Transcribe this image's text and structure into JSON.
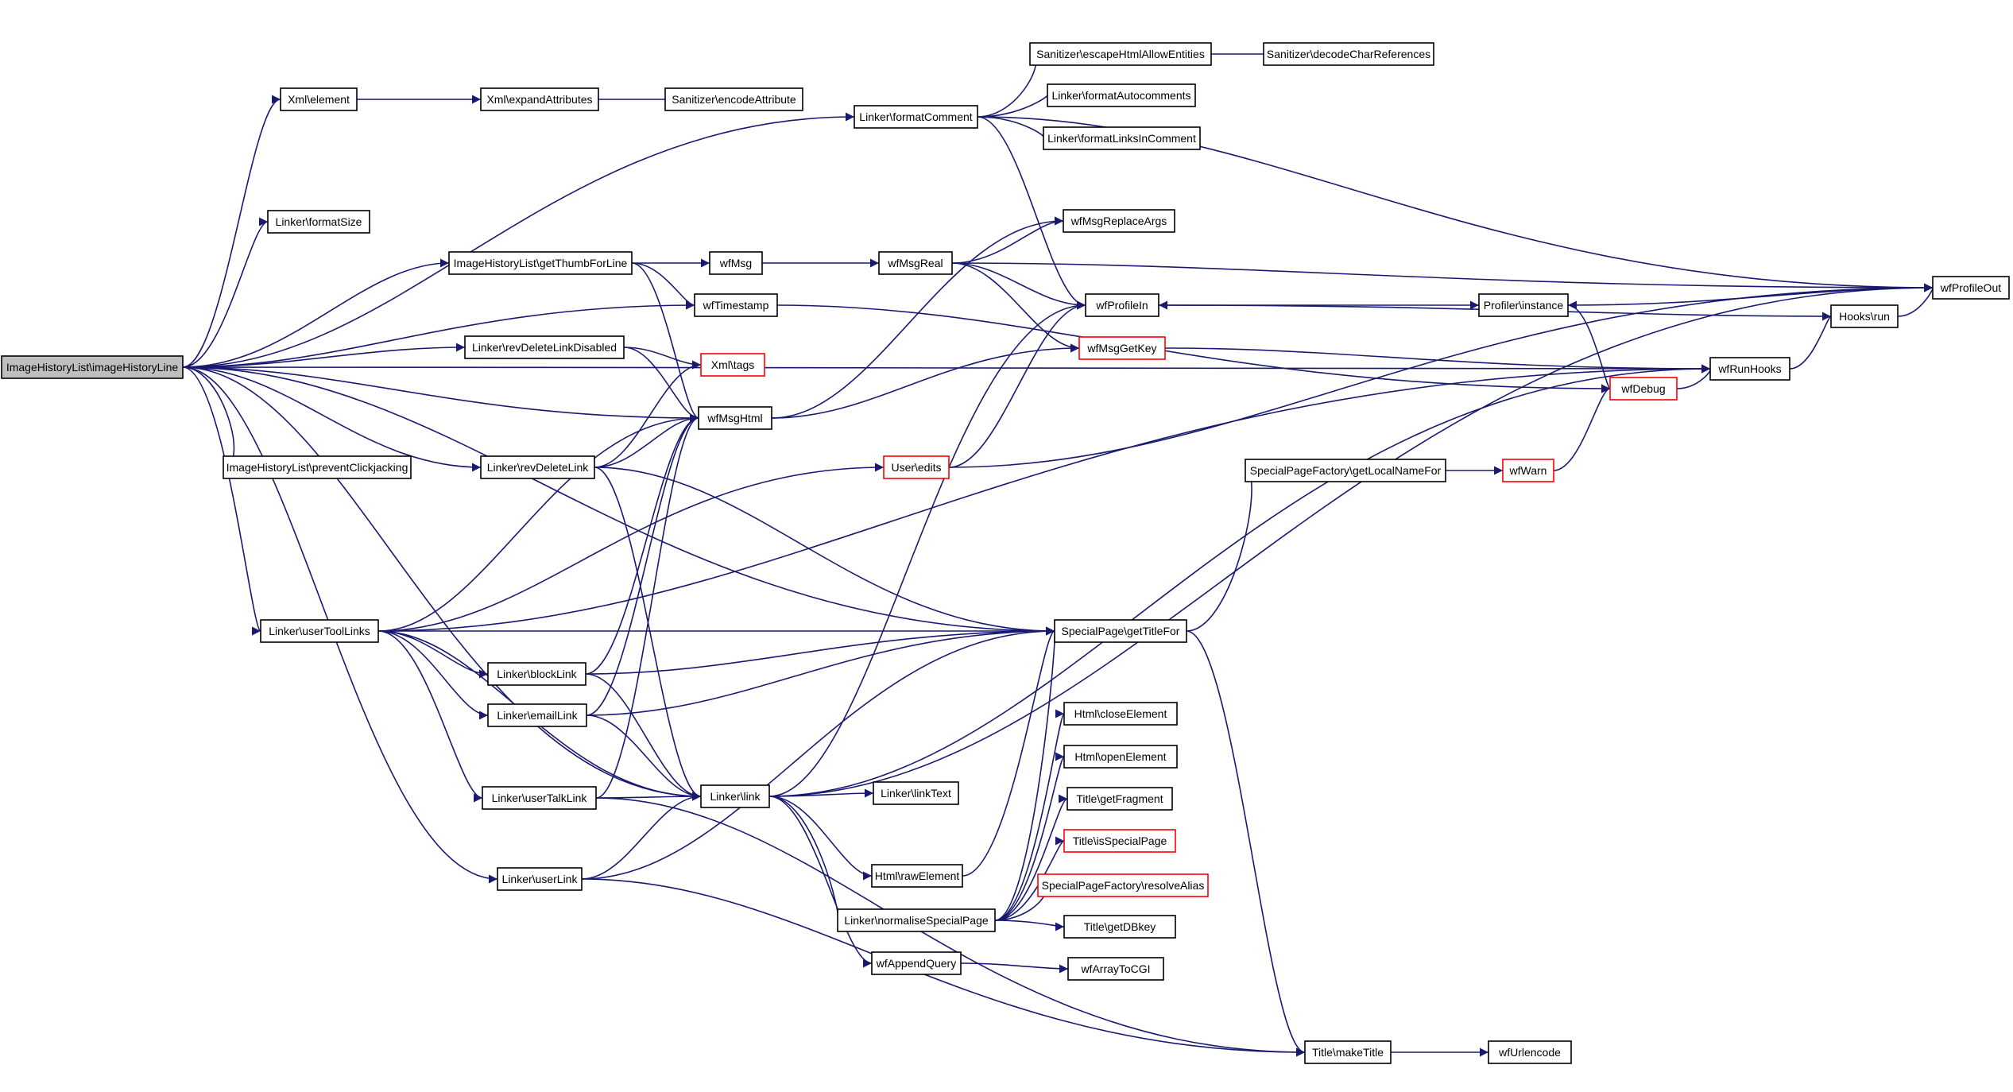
{
  "colors": {
    "edge": "#191970",
    "node_border": "#000000",
    "truncated_border": "#ff0000",
    "node_fill": "#ffffff",
    "root_fill": "#bfbfbf"
  },
  "nodes": [
    {
      "id": "root",
      "label": "ImageHistoryList\\imageHistoryLine",
      "kind": "root"
    },
    {
      "id": "xml_element",
      "label": "Xml\\element",
      "kind": "normal"
    },
    {
      "id": "xml_expand",
      "label": "Xml\\expandAttributes",
      "kind": "normal"
    },
    {
      "id": "san_encode",
      "label": "Sanitizer\\encodeAttribute",
      "kind": "normal"
    },
    {
      "id": "linker_formatComment",
      "label": "Linker\\formatComment",
      "kind": "normal"
    },
    {
      "id": "san_escape",
      "label": "Sanitizer\\escapeHtmlAllowEntities",
      "kind": "normal"
    },
    {
      "id": "san_decode",
      "label": "Sanitizer\\decodeCharReferences",
      "kind": "normal"
    },
    {
      "id": "linker_autocomments",
      "label": "Linker\\formatAutocomments",
      "kind": "normal"
    },
    {
      "id": "linker_linksInComment",
      "label": "Linker\\formatLinksInComment",
      "kind": "normal"
    },
    {
      "id": "linker_formatSize",
      "label": "Linker\\formatSize",
      "kind": "normal"
    },
    {
      "id": "getThumb",
      "label": "ImageHistoryList\\getThumbForLine",
      "kind": "normal"
    },
    {
      "id": "wfMsg",
      "label": "wfMsg",
      "kind": "normal"
    },
    {
      "id": "wfMsgReal",
      "label": "wfMsgReal",
      "kind": "normal"
    },
    {
      "id": "wfMsgReplaceArgs",
      "label": "wfMsgReplaceArgs",
      "kind": "normal"
    },
    {
      "id": "wfTimestamp",
      "label": "wfTimestamp",
      "kind": "normal"
    },
    {
      "id": "wfProfileIn",
      "label": "wfProfileIn",
      "kind": "normal"
    },
    {
      "id": "profiler_instance",
      "label": "Profiler\\instance",
      "kind": "normal"
    },
    {
      "id": "hooks_run",
      "label": "Hooks\\run",
      "kind": "normal"
    },
    {
      "id": "wfProfileOut",
      "label": "wfProfileOut",
      "kind": "normal"
    },
    {
      "id": "revDelDisabled",
      "label": "Linker\\revDeleteLinkDisabled",
      "kind": "normal"
    },
    {
      "id": "xml_tags",
      "label": "Xml\\tags",
      "kind": "truncated"
    },
    {
      "id": "wfMsgGetKey",
      "label": "wfMsgGetKey",
      "kind": "truncated"
    },
    {
      "id": "wfDebug",
      "label": "wfDebug",
      "kind": "truncated"
    },
    {
      "id": "wfRunHooks",
      "label": "wfRunHooks",
      "kind": "normal"
    },
    {
      "id": "wfMsgHtml",
      "label": "wfMsgHtml",
      "kind": "normal"
    },
    {
      "id": "preventClick",
      "label": "ImageHistoryList\\preventClickjacking",
      "kind": "normal"
    },
    {
      "id": "revDeleteLink",
      "label": "Linker\\revDeleteLink",
      "kind": "normal"
    },
    {
      "id": "user_edits",
      "label": "User\\edits",
      "kind": "truncated"
    },
    {
      "id": "spf_getLocalName",
      "label": "SpecialPageFactory\\getLocalNameFor",
      "kind": "normal"
    },
    {
      "id": "wfWarn",
      "label": "wfWarn",
      "kind": "truncated"
    },
    {
      "id": "userToolLinks",
      "label": "Linker\\userToolLinks",
      "kind": "normal"
    },
    {
      "id": "sp_getTitleFor",
      "label": "SpecialPage\\getTitleFor",
      "kind": "normal"
    },
    {
      "id": "blockLink",
      "label": "Linker\\blockLink",
      "kind": "normal"
    },
    {
      "id": "emailLink",
      "label": "Linker\\emailLink",
      "kind": "normal"
    },
    {
      "id": "html_close",
      "label": "Html\\closeElement",
      "kind": "normal"
    },
    {
      "id": "html_open",
      "label": "Html\\openElement",
      "kind": "normal"
    },
    {
      "id": "userTalkLink",
      "label": "Linker\\userTalkLink",
      "kind": "normal"
    },
    {
      "id": "linker_link",
      "label": "Linker\\link",
      "kind": "normal"
    },
    {
      "id": "linkText",
      "label": "Linker\\linkText",
      "kind": "normal"
    },
    {
      "id": "title_fragment",
      "label": "Title\\getFragment",
      "kind": "normal"
    },
    {
      "id": "title_isSpecial",
      "label": "Title\\isSpecialPage",
      "kind": "truncated"
    },
    {
      "id": "html_raw",
      "label": "Html\\rawElement",
      "kind": "normal"
    },
    {
      "id": "spf_resolve",
      "label": "SpecialPageFactory\\resolveAlias",
      "kind": "truncated"
    },
    {
      "id": "userLink",
      "label": "Linker\\userLink",
      "kind": "normal"
    },
    {
      "id": "normalizeSP",
      "label": "Linker\\normaliseSpecialPage",
      "kind": "normal"
    },
    {
      "id": "title_dbkey",
      "label": "Title\\getDBkey",
      "kind": "normal"
    },
    {
      "id": "wfAppendQuery",
      "label": "wfAppendQuery",
      "kind": "normal"
    },
    {
      "id": "wfArrayToCGI",
      "label": "wfArrayToCGI",
      "kind": "normal"
    },
    {
      "id": "title_make",
      "label": "Title\\makeTitle",
      "kind": "normal"
    },
    {
      "id": "wfUrlencode",
      "label": "wfUrlencode",
      "kind": "normal"
    }
  ],
  "edges": [
    [
      "root",
      "xml_element"
    ],
    [
      "root",
      "linker_formatComment"
    ],
    [
      "root",
      "linker_formatSize"
    ],
    [
      "root",
      "getThumb"
    ],
    [
      "root",
      "wfTimestamp"
    ],
    [
      "root",
      "revDelDisabled"
    ],
    [
      "root",
      "wfMsgHtml"
    ],
    [
      "root",
      "preventClick"
    ],
    [
      "root",
      "revDeleteLink"
    ],
    [
      "root",
      "userToolLinks"
    ],
    [
      "root",
      "userLink"
    ],
    [
      "root",
      "linker_link"
    ],
    [
      "root",
      "wfRunHooks"
    ],
    [
      "root",
      "sp_getTitleFor"
    ],
    [
      "xml_element",
      "xml_expand"
    ],
    [
      "xml_expand",
      "san_encode"
    ],
    [
      "linker_formatComment",
      "san_escape"
    ],
    [
      "linker_formatComment",
      "linker_autocomments"
    ],
    [
      "linker_formatComment",
      "linker_linksInComment"
    ],
    [
      "linker_formatComment",
      "wfProfileIn"
    ],
    [
      "linker_formatComment",
      "wfProfileOut"
    ],
    [
      "san_escape",
      "san_decode"
    ],
    [
      "getThumb",
      "wfMsg"
    ],
    [
      "getThumb",
      "wfTimestamp"
    ],
    [
      "getThumb",
      "wfMsgHtml"
    ],
    [
      "wfMsg",
      "wfMsgReal"
    ],
    [
      "wfMsgReal",
      "wfMsgReplaceArgs"
    ],
    [
      "wfMsgReal",
      "wfProfileIn"
    ],
    [
      "wfMsgReal",
      "wfProfileOut"
    ],
    [
      "wfMsgReal",
      "wfMsgGetKey"
    ],
    [
      "wfTimestamp",
      "wfDebug"
    ],
    [
      "wfProfileIn",
      "profiler_instance"
    ],
    [
      "profiler_instance",
      "wfDebug"
    ],
    [
      "hooks_run",
      "wfProfileOut"
    ],
    [
      "hooks_run",
      "wfProfileIn"
    ],
    [
      "wfProfileOut",
      "profiler_instance"
    ],
    [
      "wfRunHooks",
      "hooks_run"
    ],
    [
      "wfDebug",
      "wfRunHooks"
    ],
    [
      "wfMsgGetKey",
      "wfRunHooks"
    ],
    [
      "revDelDisabled",
      "xml_tags"
    ],
    [
      "revDelDisabled",
      "wfMsgHtml"
    ],
    [
      "wfMsgHtml",
      "wfMsgReplaceArgs"
    ],
    [
      "wfMsgHtml",
      "wfMsgGetKey"
    ],
    [
      "revDeleteLink",
      "xml_tags"
    ],
    [
      "revDeleteLink",
      "wfMsgHtml"
    ],
    [
      "revDeleteLink",
      "linker_link"
    ],
    [
      "revDeleteLink",
      "sp_getTitleFor"
    ],
    [
      "user_edits",
      "wfProfileIn"
    ],
    [
      "user_edits",
      "wfProfileOut"
    ],
    [
      "spf_getLocalName",
      "wfWarn"
    ],
    [
      "wfWarn",
      "wfDebug"
    ],
    [
      "userToolLinks",
      "wfMsgHtml"
    ],
    [
      "userToolLinks",
      "user_edits"
    ],
    [
      "userToolLinks",
      "wfRunHooks"
    ],
    [
      "userToolLinks",
      "sp_getTitleFor"
    ],
    [
      "userToolLinks",
      "blockLink"
    ],
    [
      "userToolLinks",
      "emailLink"
    ],
    [
      "userToolLinks",
      "userTalkLink"
    ],
    [
      "userToolLinks",
      "linker_link"
    ],
    [
      "sp_getTitleFor",
      "spf_getLocalName"
    ],
    [
      "sp_getTitleFor",
      "title_make"
    ],
    [
      "blockLink",
      "wfMsgHtml"
    ],
    [
      "blockLink",
      "sp_getTitleFor"
    ],
    [
      "blockLink",
      "linker_link"
    ],
    [
      "emailLink",
      "wfMsgHtml"
    ],
    [
      "emailLink",
      "sp_getTitleFor"
    ],
    [
      "emailLink",
      "linker_link"
    ],
    [
      "userTalkLink",
      "wfMsgHtml"
    ],
    [
      "userTalkLink",
      "linker_link"
    ],
    [
      "userTalkLink",
      "title_make"
    ],
    [
      "linker_link",
      "wfProfileIn"
    ],
    [
      "linker_link",
      "wfRunHooks"
    ],
    [
      "linker_link",
      "linkText"
    ],
    [
      "linker_link",
      "html_raw"
    ],
    [
      "linker_link",
      "normalizeSP"
    ],
    [
      "linker_link",
      "wfAppendQuery"
    ],
    [
      "linker_link",
      "wfProfileOut"
    ],
    [
      "html_raw",
      "sp_getTitleFor"
    ],
    [
      "normalizeSP",
      "sp_getTitleFor"
    ],
    [
      "normalizeSP",
      "html_close"
    ],
    [
      "normalizeSP",
      "html_open"
    ],
    [
      "normalizeSP",
      "title_fragment"
    ],
    [
      "normalizeSP",
      "title_isSpecial"
    ],
    [
      "normalizeSP",
      "spf_resolve"
    ],
    [
      "normalizeSP",
      "title_dbkey"
    ],
    [
      "wfAppendQuery",
      "wfArrayToCGI"
    ],
    [
      "userLink",
      "linker_link"
    ],
    [
      "userLink",
      "sp_getTitleFor"
    ],
    [
      "userLink",
      "title_make"
    ],
    [
      "title_make",
      "wfUrlencode"
    ]
  ]
}
